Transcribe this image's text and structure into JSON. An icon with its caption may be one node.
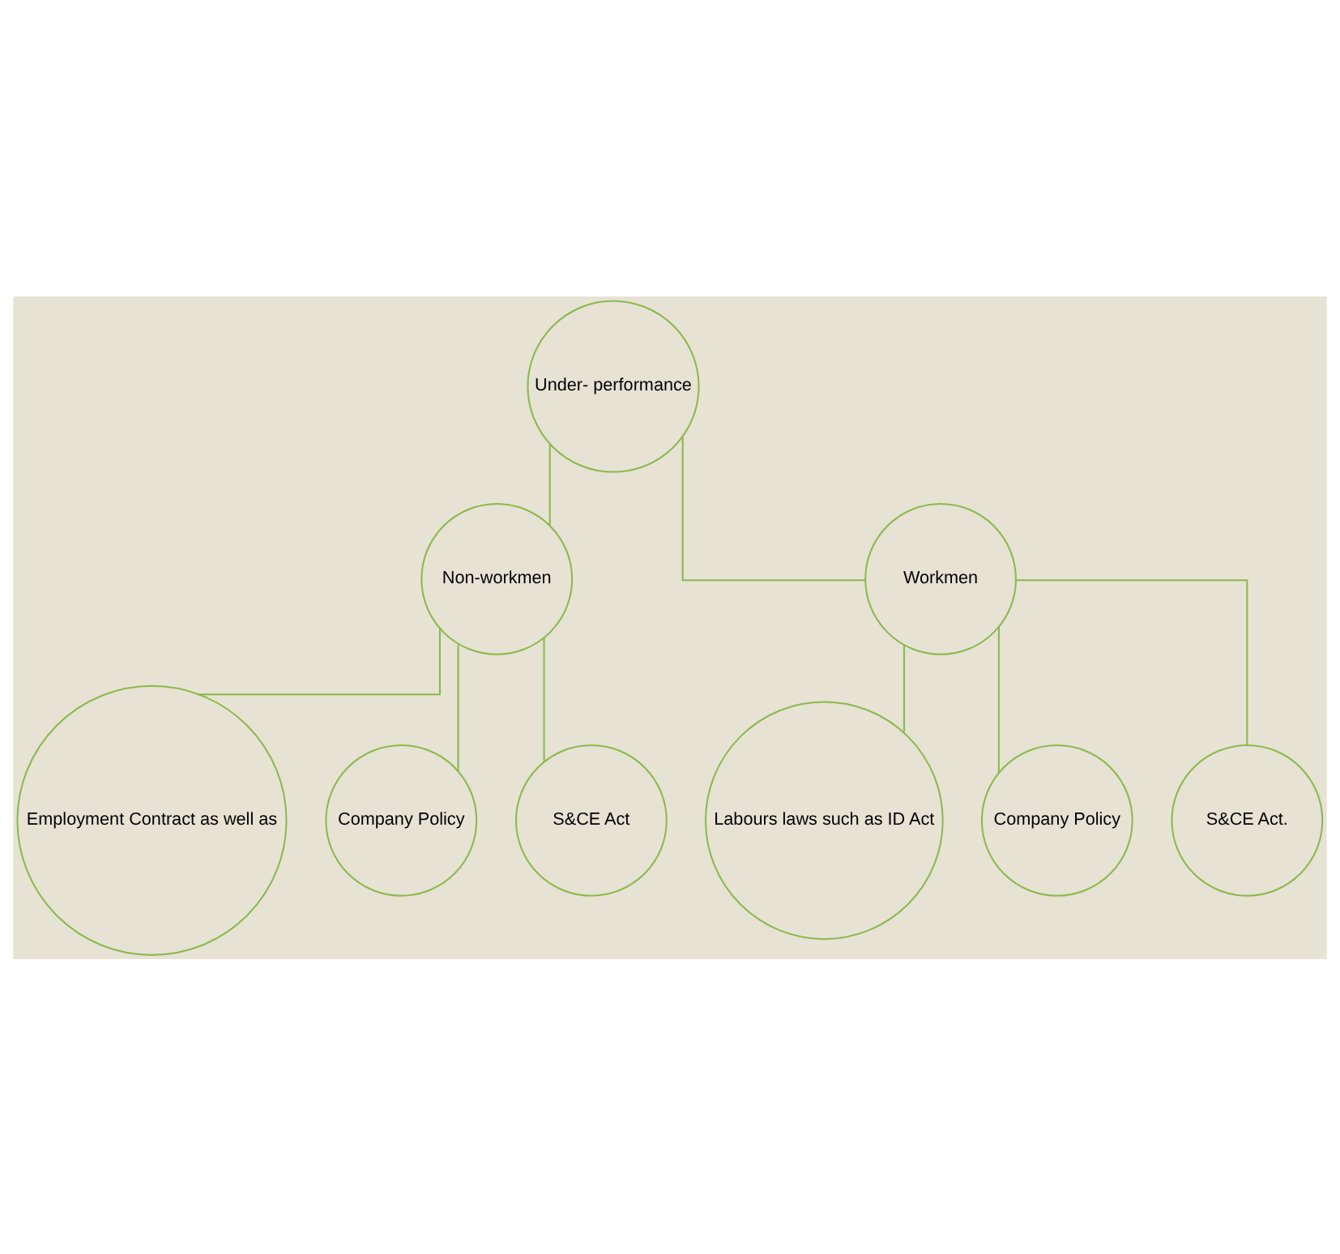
{
  "diagram": {
    "nodes": [
      {
        "text": [
          "Under- performance"
        ]
      },
      {
        "text": [
          "Non-workmen"
        ]
      },
      {
        "text": [
          "Workmen"
        ]
      },
      {
        "text": [
          "Employment Contract as well as"
        ]
      },
      {
        "text": [
          "Company Policy"
        ]
      },
      {
        "text": [
          "S&CE Act"
        ]
      },
      {
        "text": [
          "Labours laws such as ID Act"
        ]
      },
      {
        "text": [
          "Company Policy"
        ]
      },
      {
        "text": [
          "S&CE Act."
        ]
      }
    ],
    "edges": [
      {
        "from": 0,
        "to": 1,
        "arrow": "none"
      },
      {
        "from": 0,
        "to": 2,
        "arrow": "none"
      },
      {
        "from": 1,
        "to": 3,
        "arrow": "none"
      },
      {
        "from": 1,
        "to": 4,
        "arrow": "none"
      },
      {
        "from": 1,
        "to": 5,
        "arrow": "none"
      },
      {
        "from": 2,
        "to": 6,
        "arrow": "none"
      },
      {
        "from": 2,
        "to": 7,
        "arrow": "none"
      },
      {
        "from": 2,
        "to": 8,
        "arrow": "none"
      }
    ]
  }
}
